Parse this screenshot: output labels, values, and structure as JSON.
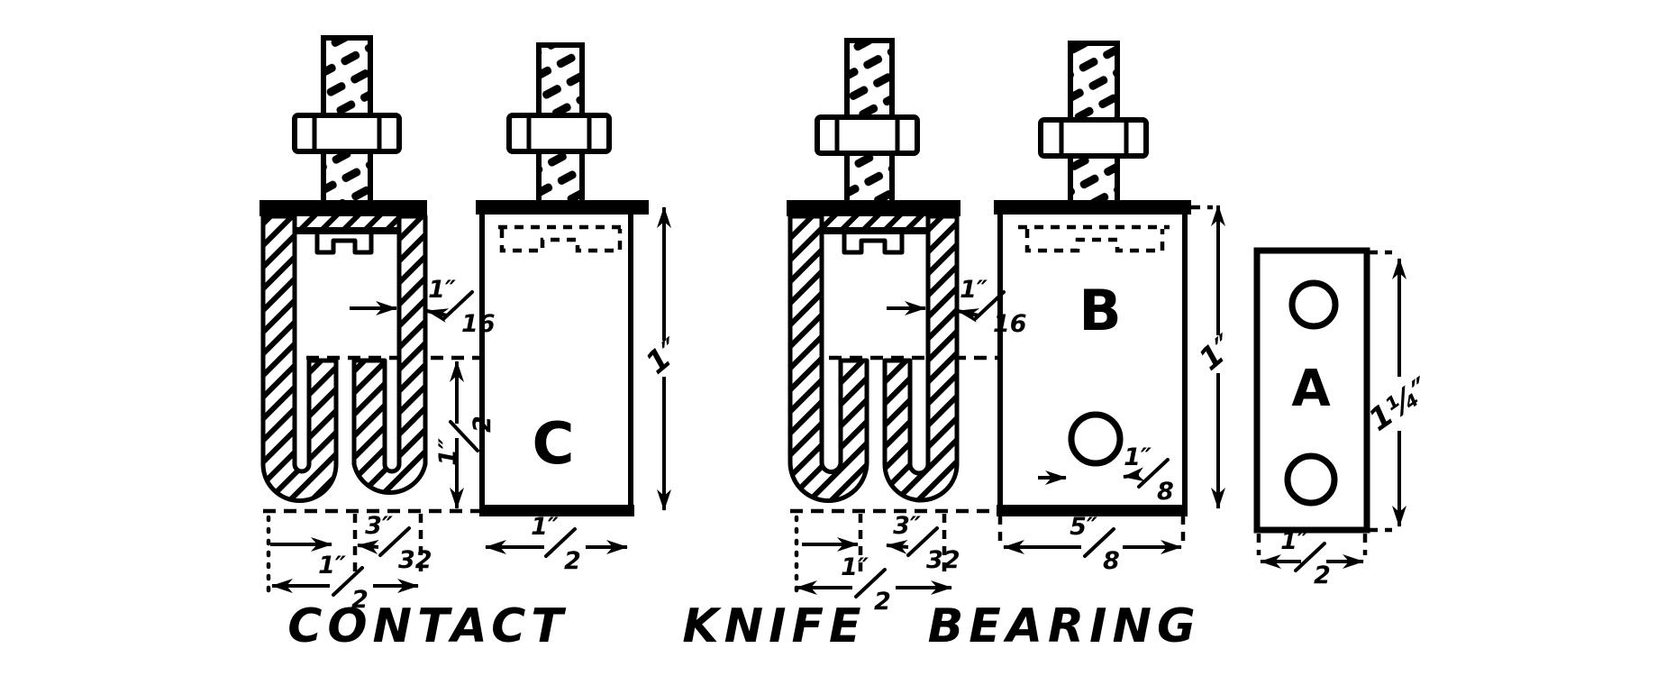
{
  "drawing": {
    "captions": {
      "left": "CONTACT",
      "right": "KNIFE BEARING"
    },
    "part_letters": {
      "contact_front": "C",
      "bearing_front": "B",
      "bearing_plate": "A"
    },
    "dimensions": {
      "contact_thickness": {
        "num": "1″",
        "den": "16"
      },
      "contact_slot_depth": {
        "num": "1″",
        "den": "2"
      },
      "contact_slot_width": {
        "num": "3″",
        "den": "32"
      },
      "contact_overall_width": {
        "num": "1″",
        "den": "2"
      },
      "c_height": {
        "value": "1″"
      },
      "c_width": {
        "num": "1″",
        "den": "2"
      },
      "bearing_thickness": {
        "num": "1″",
        "den": "16"
      },
      "bearing_slot_width": {
        "num": "3″",
        "den": "32"
      },
      "bearing_overall_width": {
        "num": "1″",
        "den": "2"
      },
      "b_height": {
        "value": "1″"
      },
      "b_width": {
        "num": "5″",
        "den": "8"
      },
      "b_hole": {
        "num": "1″",
        "den": "8"
      },
      "a_height": {
        "value": "1¼″"
      },
      "a_width": {
        "num": "1″",
        "den": "2"
      }
    }
  }
}
